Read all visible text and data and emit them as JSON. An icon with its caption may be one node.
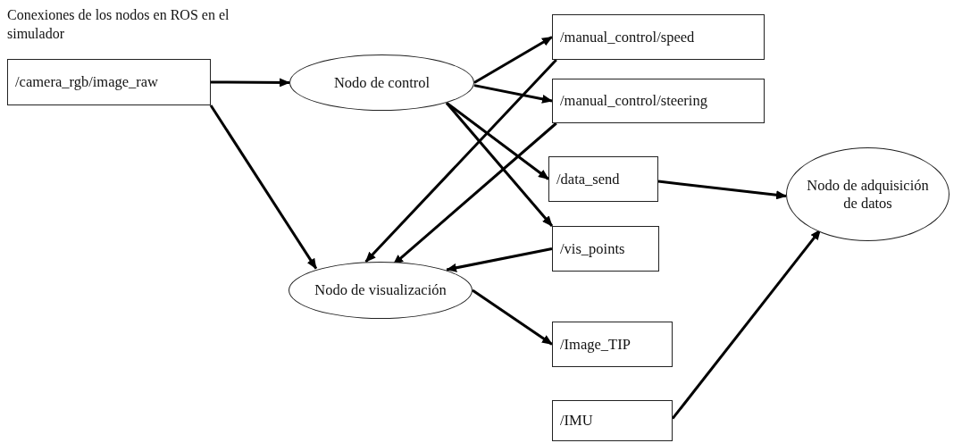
{
  "diagram": {
    "title": "Conexiones de los nodos en ROS en el simulador",
    "nodes": [
      {
        "text": [
          "/camera_rgb/image_raw"
        ]
      },
      {
        "text": [
          "Nodo de control"
        ]
      },
      {
        "text": [
          "/manual_control/speed"
        ]
      },
      {
        "text": [
          "/manual_control/steering"
        ]
      },
      {
        "text": [
          "/data_send"
        ]
      },
      {
        "text": [
          "/vis_points"
        ]
      },
      {
        "text": [
          "Nodo de visualización"
        ]
      },
      {
        "text": [
          "/Image_TIP"
        ]
      },
      {
        "text": [
          "/IMU"
        ]
      },
      {
        "text": [
          "Nodo de adquisición de datos"
        ]
      }
    ],
    "edges": [
      {
        "from": 0,
        "to": 1,
        "arrow": "to"
      },
      {
        "from": 0,
        "to": 6,
        "arrow": "to"
      },
      {
        "from": 1,
        "to": 2,
        "arrow": "to"
      },
      {
        "from": 1,
        "to": 3,
        "arrow": "to"
      },
      {
        "from": 1,
        "to": 4,
        "arrow": "to"
      },
      {
        "from": 1,
        "to": 5,
        "arrow": "to"
      },
      {
        "from": 2,
        "to": 6,
        "arrow": "to"
      },
      {
        "from": 3,
        "to": 6,
        "arrow": "to"
      },
      {
        "from": 5,
        "to": 6,
        "arrow": "to"
      },
      {
        "from": 6,
        "to": 7,
        "arrow": "to"
      },
      {
        "from": 4,
        "to": 9,
        "arrow": "to"
      },
      {
        "from": 8,
        "to": 9,
        "arrow": "to"
      }
    ]
  }
}
